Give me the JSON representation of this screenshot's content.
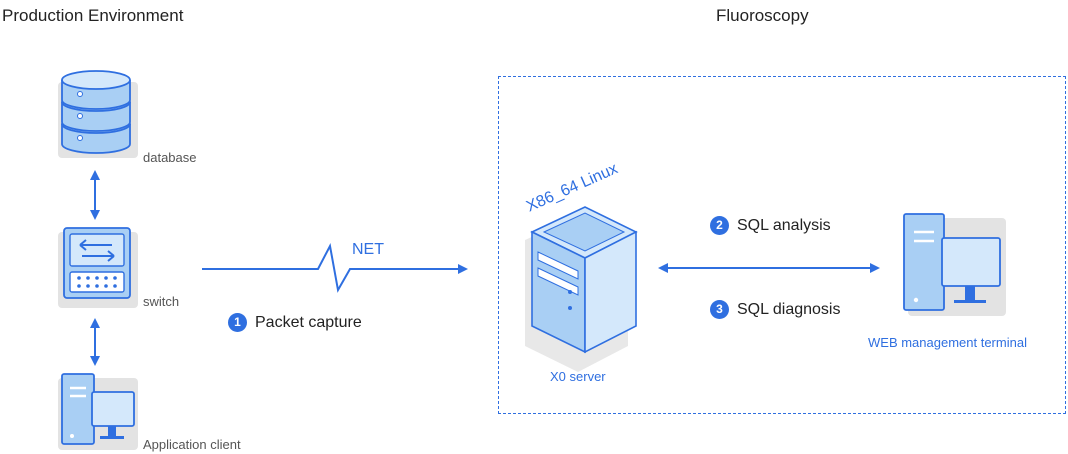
{
  "headings": {
    "production": "Production Environment",
    "fluoroscopy": "Fluoroscopy"
  },
  "nodes": {
    "database": "database",
    "switch": "switch",
    "client": "Application client",
    "server": "X0 server",
    "server_os": "X86_64 Linux",
    "web": "WEB management terminal"
  },
  "links": {
    "net": "NET"
  },
  "steps": [
    {
      "num": "1",
      "label": "Packet capture"
    },
    {
      "num": "2",
      "label": "SQL analysis"
    },
    {
      "num": "3",
      "label": "SQL diagnosis"
    }
  ],
  "colors": {
    "accent": "#2f6fe0",
    "icon_fill": "#a9cff4",
    "icon_light": "#d4e8fb",
    "icon_stroke": "#2f6fe0"
  }
}
